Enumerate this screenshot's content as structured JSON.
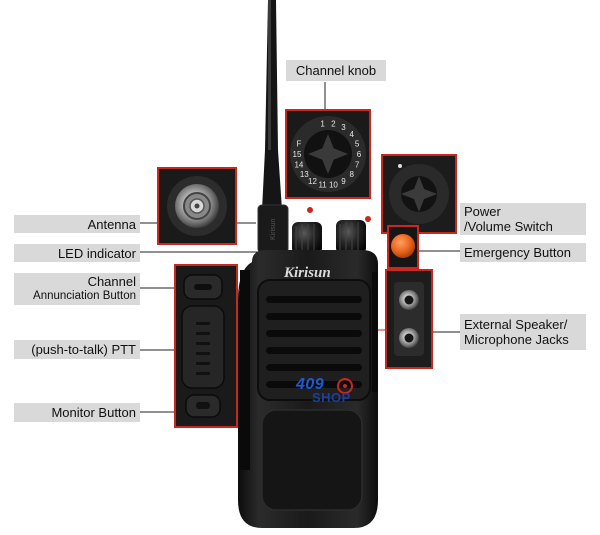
{
  "labels": {
    "channel_knob": "Channel knob",
    "antenna": "Antenna",
    "led_indicator": "LED indicator",
    "channel_annunciation_line1": "Channel",
    "channel_annunciation_line2": "Annunciation Button",
    "ptt": "(push-to-talk) PTT",
    "monitor_button": "Monitor Button",
    "power_line1": "Power",
    "power_line2": "/Volume Switch",
    "emergency_button": "Emergency Button",
    "speaker_line1": "External Speaker/",
    "speaker_line2": "Microphone Jacks"
  },
  "knob_numbers": [
    "1",
    "2",
    "3",
    "4",
    "5",
    "6",
    "7",
    "8",
    "9",
    "10",
    "11",
    "12",
    "13",
    "14",
    "15",
    "F"
  ],
  "brand": "Kirisun",
  "watermark": {
    "number": "409",
    "shop": "SHOP"
  },
  "colors": {
    "accent_red": "#c8281e",
    "label_bg": "#d9d9d9",
    "emergency_orange": "#e8611a"
  }
}
